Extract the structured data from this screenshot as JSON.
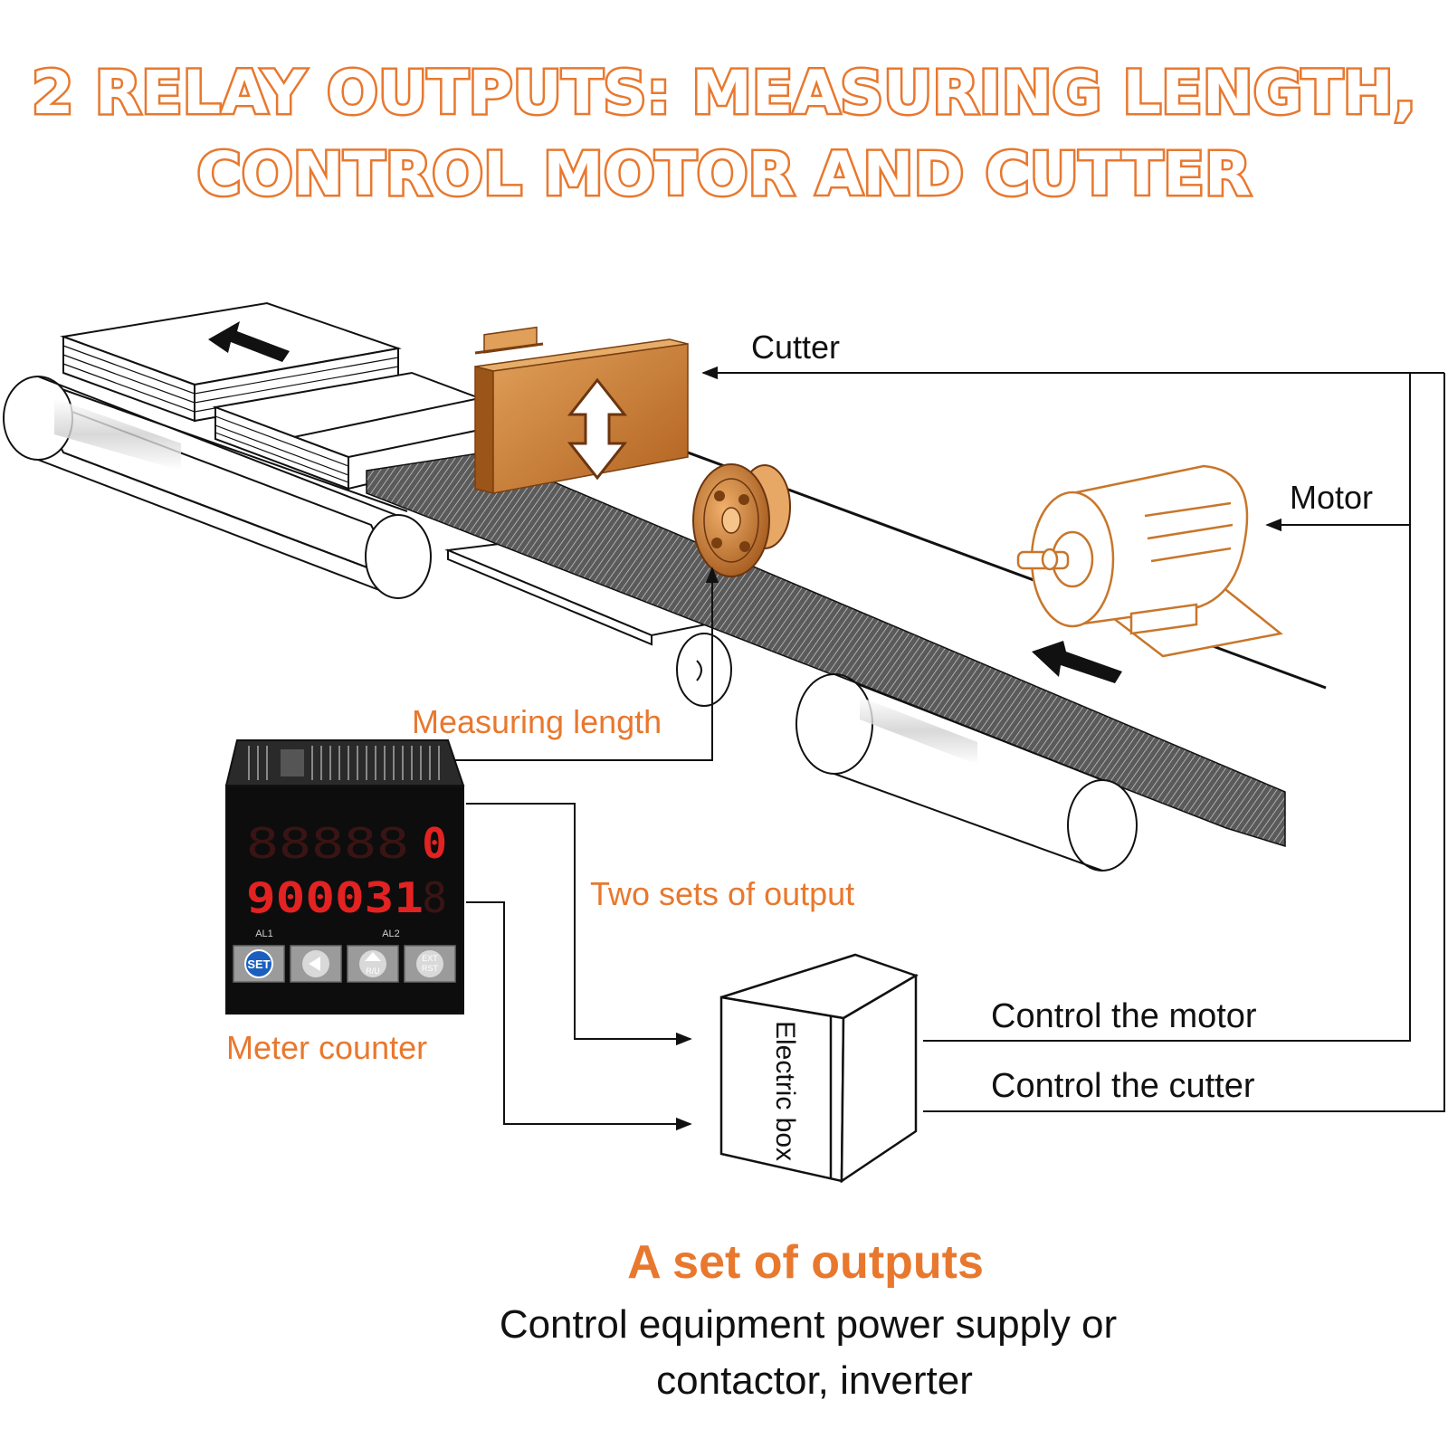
{
  "headline": {
    "line1": "2 RELAY OUTPUTS: MEASURING LENGTH,",
    "line2": "CONTROL MOTOR AND CUTTER"
  },
  "labels": {
    "cutter": "Cutter",
    "motor": "Motor",
    "measuring_length": "Measuring length",
    "two_sets_of_output": "Two sets of output",
    "meter_counter": "Meter counter",
    "electric_box": "Electric box",
    "control_motor": "Control the motor",
    "control_cutter": "Control the cutter"
  },
  "counter": {
    "top_display": "0",
    "bottom_display": "900031",
    "al1": "AL1",
    "al2": "AL2",
    "btn_set": "SET",
    "btn_ru": "R/U",
    "btn_ext_line1": "EXT",
    "btn_ext_line2": "RST"
  },
  "footer": {
    "title": "A set of outputs",
    "line1": "Control equipment power supply or",
    "line2": "contactor, inverter"
  },
  "colors": {
    "accent_orange": "#e8782e",
    "copper": "#c8762a",
    "ink": "#111111",
    "led_red": "#e32222"
  }
}
